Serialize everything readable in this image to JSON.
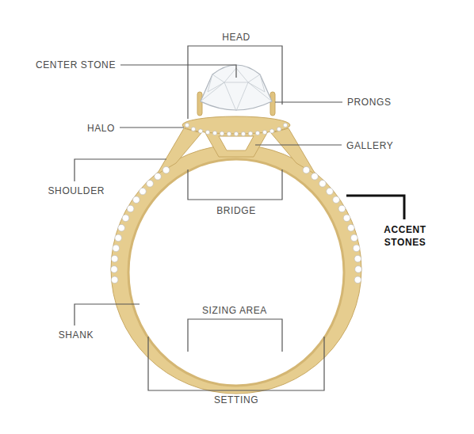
{
  "diagram": {
    "labels": [
      "HEAD",
      "CENTER STONE",
      "PRONGS",
      "HALO",
      "GALLERY",
      "SHOULDER",
      "BRIDGE",
      "ACCENT STONES",
      "SIZING AREA",
      "SHANK",
      "SETTING"
    ]
  }
}
